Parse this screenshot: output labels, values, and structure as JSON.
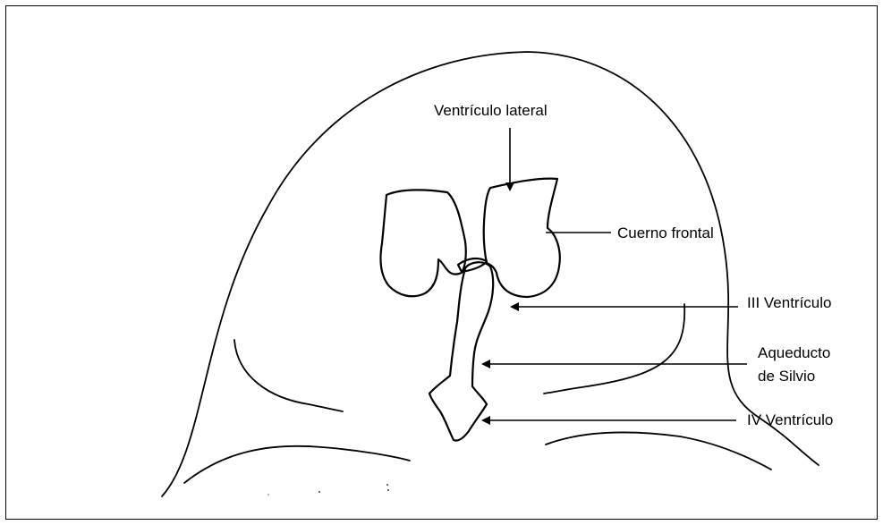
{
  "labels": {
    "lateral_ventricle": "Ventrículo lateral",
    "frontal_horn": "Cuerno frontal",
    "third_ventricle": "III  Ventrículo",
    "aqueduct_line1": "Aqueducto",
    "aqueduct_line2": "de Silvio",
    "fourth_ventricle": "IV  Ventrículo"
  },
  "colors": {
    "ink": "#000000",
    "background": "#ffffff"
  }
}
